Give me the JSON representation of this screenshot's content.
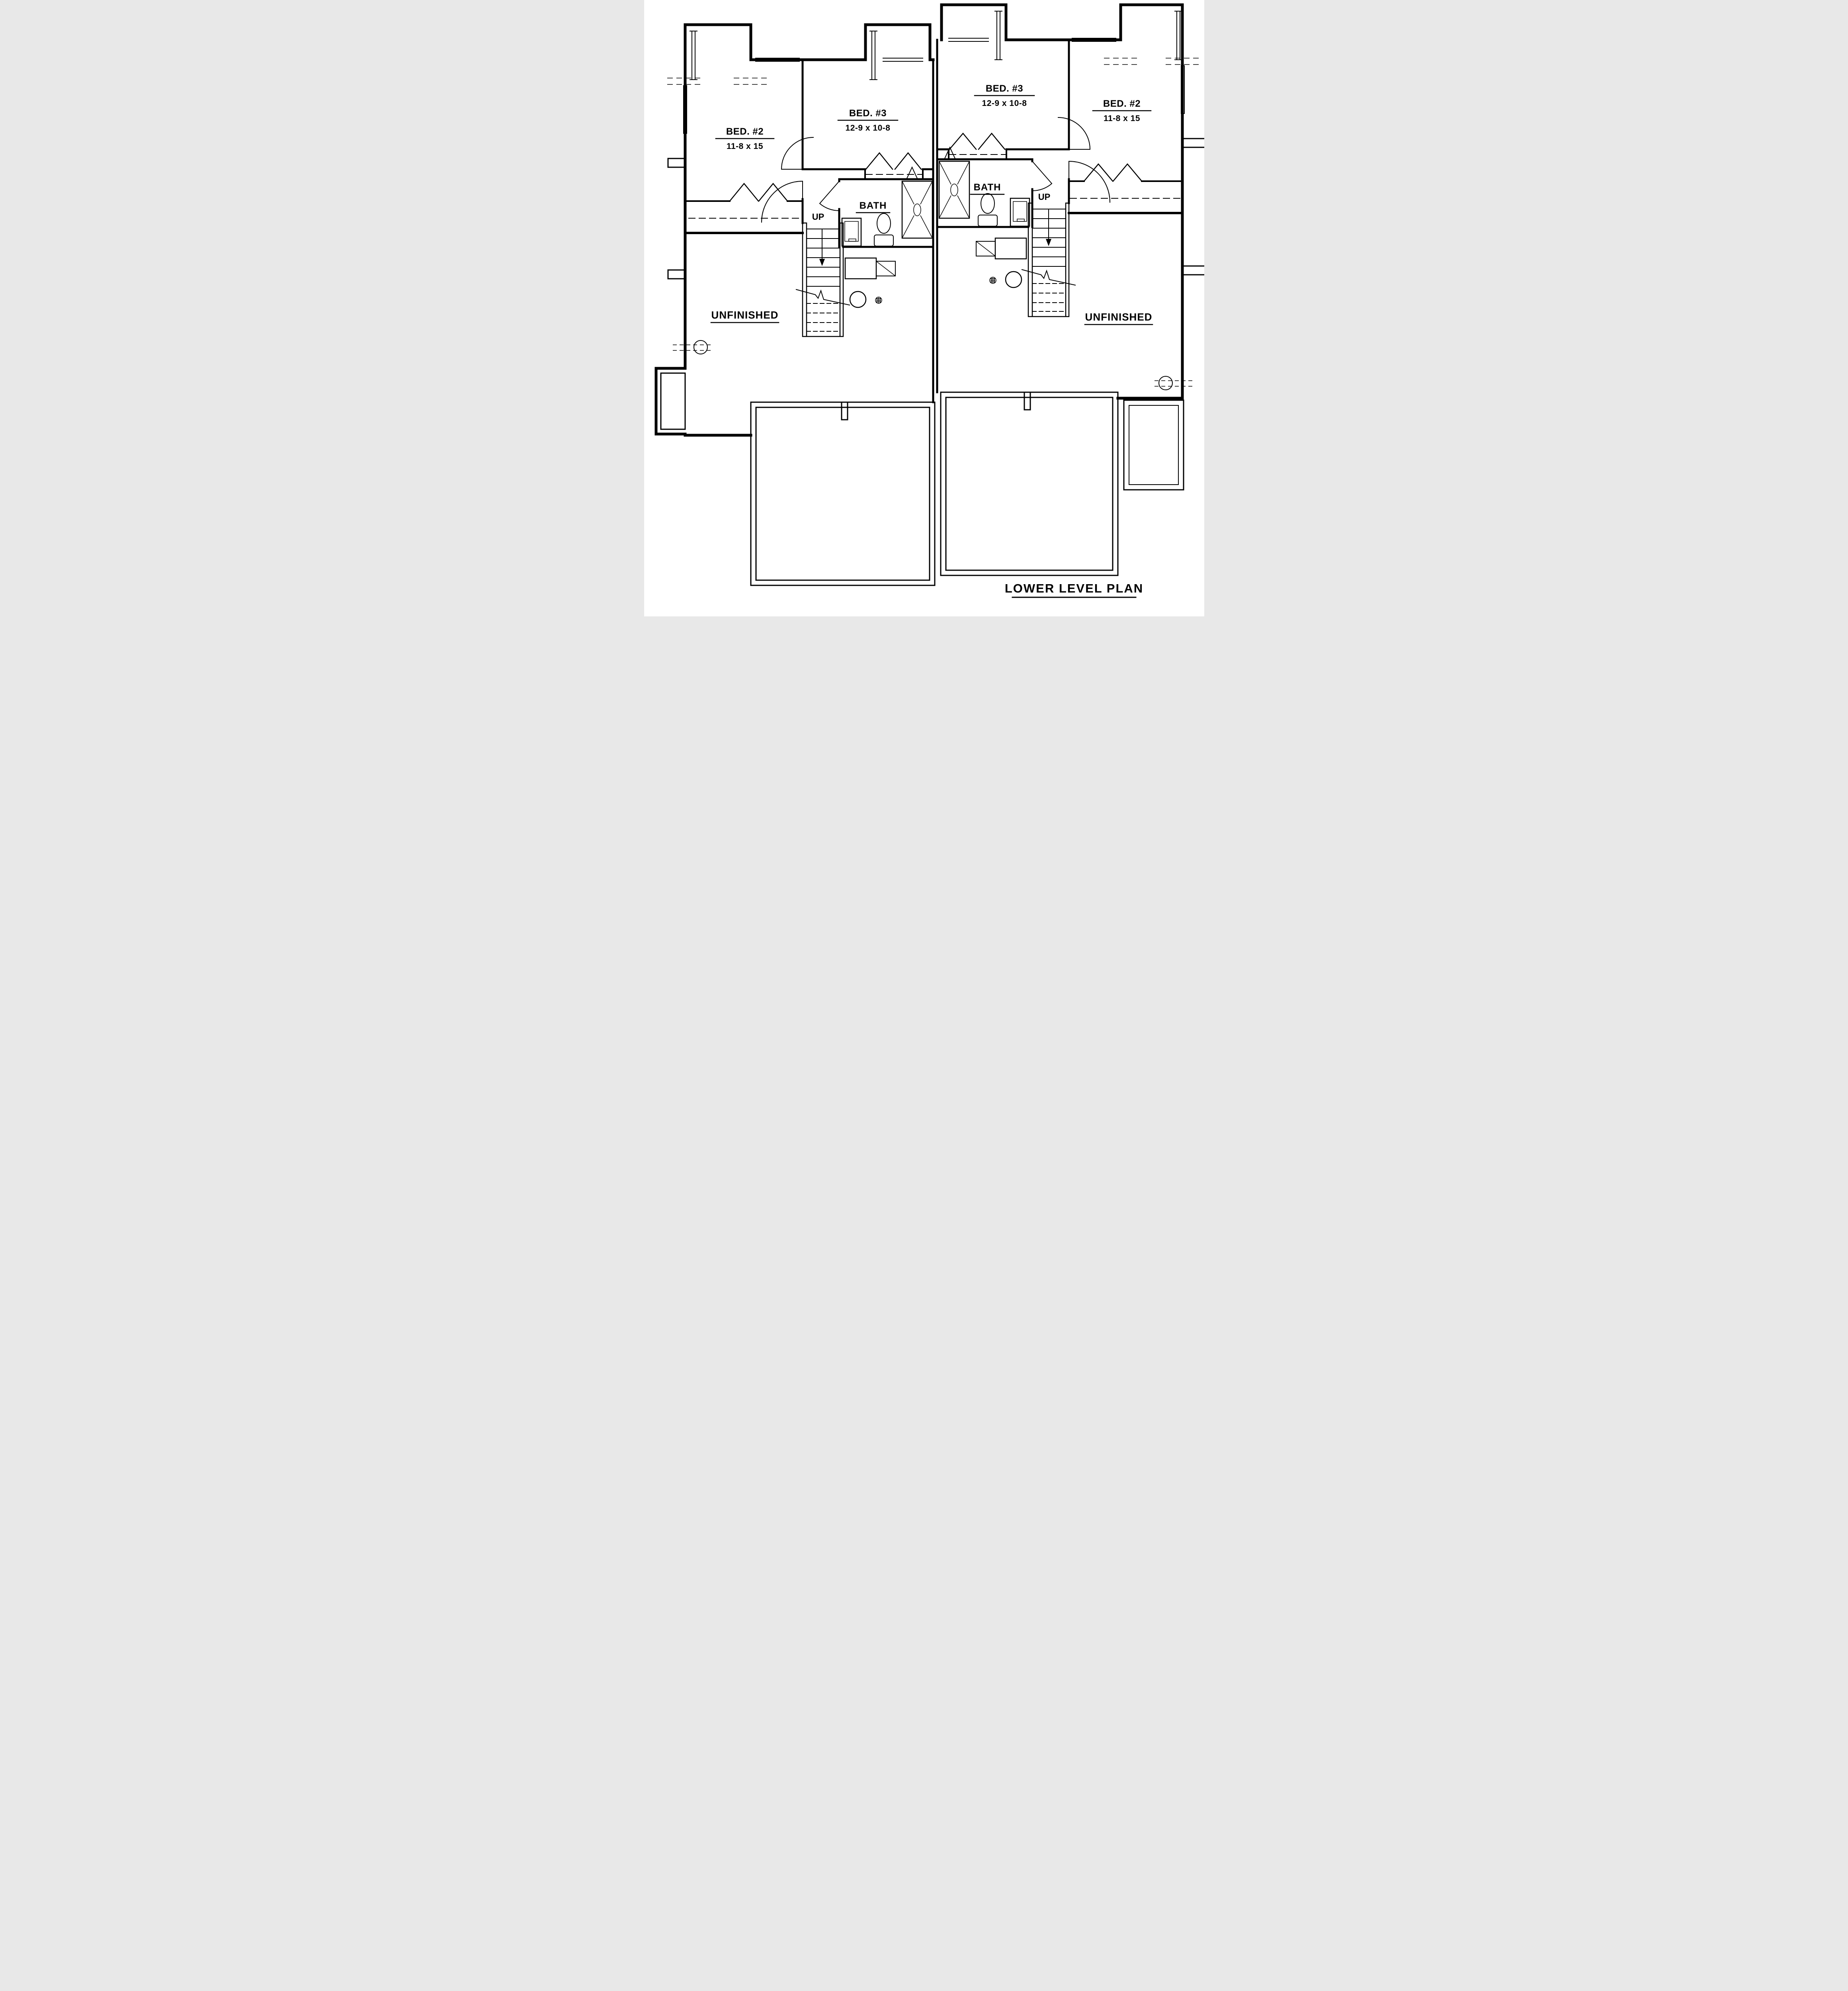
{
  "plan": {
    "title": "LOWER LEVEL PLAN",
    "paper_color": "#ffffff",
    "ink_color": "#000000",
    "units": {
      "left": {
        "bed2": {
          "name": "BED. #2",
          "dims": "11-8 x 15"
        },
        "bed3": {
          "name": "BED. #3",
          "dims": "12-9 x 10-8"
        },
        "bath": {
          "name": "BATH"
        },
        "stairs": {
          "direction": "UP"
        },
        "basement": {
          "label": "UNFINISHED"
        }
      },
      "right": {
        "bed3": {
          "name": "BED. #3",
          "dims": "12-9 x 10-8"
        },
        "bed2": {
          "name": "BED. #2",
          "dims": "11-8 x 15"
        },
        "bath": {
          "name": "BATH"
        },
        "stairs": {
          "direction": "UP"
        },
        "basement": {
          "label": "UNFINISHED"
        }
      }
    },
    "symbols": [
      "exterior-wall",
      "interior-wall",
      "window",
      "window-well",
      "door-swing",
      "bifold-closet-doors",
      "stairs-up",
      "stair-break-line",
      "shower",
      "toilet",
      "sink-vanity",
      "furnace",
      "water-heater",
      "floor-drain",
      "sump-pit",
      "foundation-stub",
      "beam-dashed-line",
      "garage"
    ]
  }
}
